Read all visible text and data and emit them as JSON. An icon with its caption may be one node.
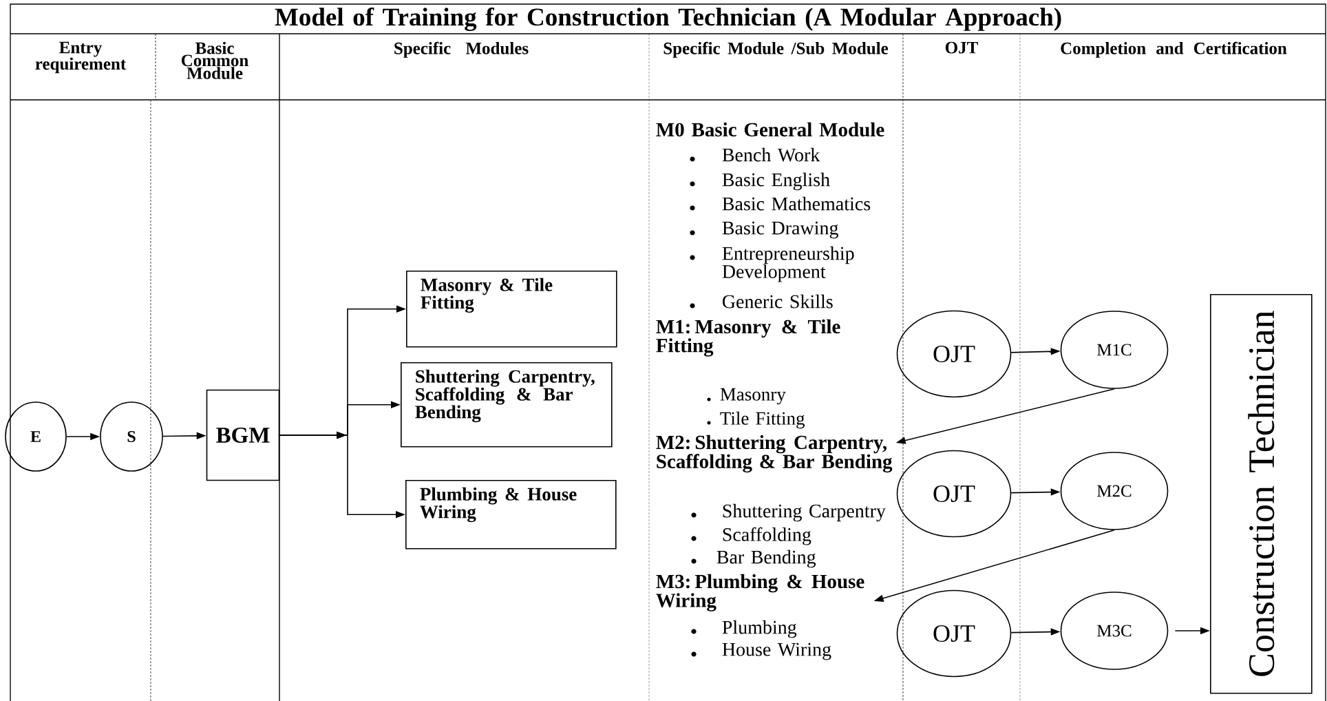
{
  "diagram": {
    "title": "Model of Training for Construction Technician (A Modular Approach)",
    "nodes": [
      {
        "text": [
          "E"
        ]
      },
      {
        "text": [
          "S"
        ]
      },
      {
        "text": [
          "BGM"
        ]
      },
      {
        "text": [
          "Masonry & Tile Fitting"
        ]
      },
      {
        "text": [
          "Shuttering Carpentry, Scaffolding & Bar Bending"
        ]
      },
      {
        "text": [
          "Plumbing & House Wiring"
        ]
      },
      {
        "text": [
          "OJT"
        ]
      },
      {
        "text": [
          "M1C"
        ]
      },
      {
        "text": [
          "M2: Shuttering Carpentry, Scaffolding & Bar Bending"
        ]
      },
      {
        "text": [
          "OJT"
        ]
      },
      {
        "text": [
          "M2C"
        ]
      },
      {
        "text": [
          "M3: Plumbing & House Wiring"
        ]
      },
      {
        "text": [
          "OJT"
        ]
      },
      {
        "text": [
          "M3C"
        ]
      },
      {
        "text": [
          "Construction Technician"
        ]
      }
    ],
    "edges": [
      {
        "from": 0,
        "to": 1,
        "arrow": "to"
      },
      {
        "from": 1,
        "to": 2,
        "arrow": "to"
      },
      {
        "from": 2,
        "to": 3,
        "arrow": "to"
      },
      {
        "from": 2,
        "to": 4,
        "arrow": "to"
      },
      {
        "from": 2,
        "to": 5,
        "arrow": "to"
      },
      {
        "from": 6,
        "to": 7,
        "arrow": "to"
      },
      {
        "from": 7,
        "to": 8,
        "arrow": "to"
      },
      {
        "from": 9,
        "to": 10,
        "arrow": "to"
      },
      {
        "from": 10,
        "to": 11,
        "arrow": "to"
      },
      {
        "from": 12,
        "to": 13,
        "arrow": "to"
      },
      {
        "from": 13,
        "to": 14,
        "arrow": "to"
      }
    ],
    "labels": [
      "Entry requirement",
      "Basic Common Module",
      "Specific Modules",
      "Specific Module /Sub Module",
      "OJT",
      "Completion and Certification",
      "M0 Basic General Module",
      "Bench Work",
      "Basic English",
      "Basic Mathematics",
      "Basic Drawing",
      "Entrepreneurship Development",
      "Generic Skills",
      "M1: Masonry & Tile Fitting",
      "Masonry",
      "Tile Fitting",
      "Shuttering Carpentry",
      "Scaffolding",
      "Bar Bending",
      "Plumbing",
      "House Wiring"
    ]
  }
}
